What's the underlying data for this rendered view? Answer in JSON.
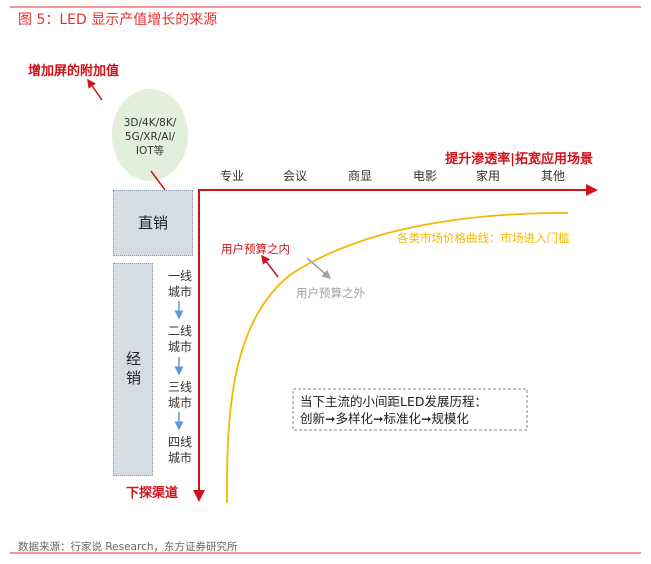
{
  "title": "图 5：LED 显示产值增长的来源",
  "added_value_label": "增加屏的附加值",
  "circle_text": [
    "3D/4K/8K/",
    "5G/XR/AI/",
    "IOT等"
  ],
  "x_axis_title": "提升渗透率|拓宽应用场景",
  "categories": [
    "专业",
    "会议",
    "商显",
    "电影",
    "家用",
    "其他"
  ],
  "direct_sales": "直销",
  "distribution": "经销",
  "cities": [
    [
      "一线",
      "城市"
    ],
    [
      "二线",
      "城市"
    ],
    [
      "三线",
      "城市"
    ],
    [
      "四线",
      "城市"
    ]
  ],
  "y_axis_title": "下探渠道",
  "curve_label": "各类市场价格曲线：市场进入门槛",
  "within_budget": "用户预算之内",
  "outside_budget": "用户预算之外",
  "process_box": {
    "line1": "当下主流的小间距LED发展历程：",
    "line2": "创新➞多样化➞标准化➞规模化"
  },
  "source": "数据来源：行家说 Research，东方证券研究所",
  "colors": {
    "red": "#d0121b",
    "orange": "#f5b800",
    "green": "#e2efda",
    "box": "#d6dce6",
    "blue": "#5b9bd5"
  }
}
